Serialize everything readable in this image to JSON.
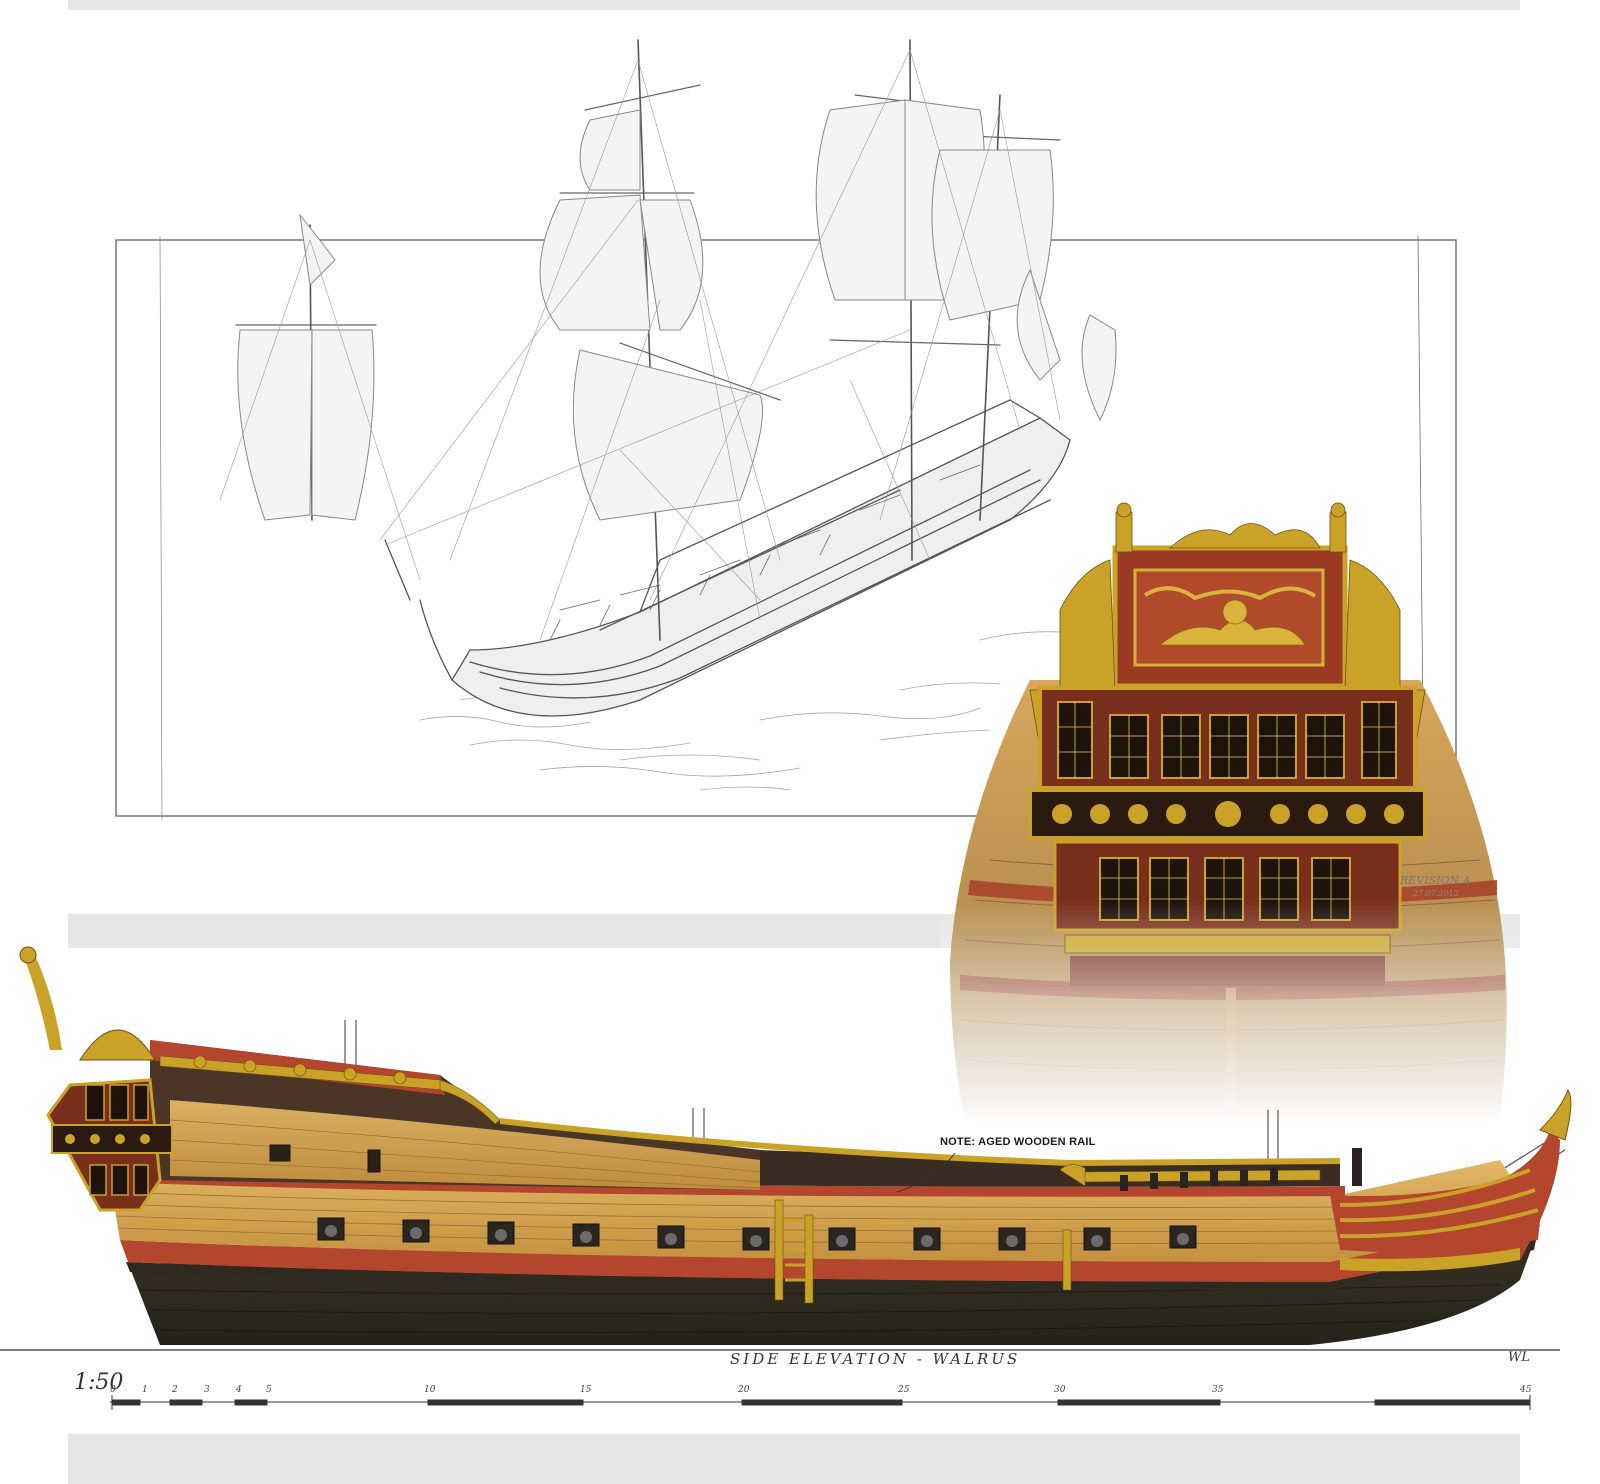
{
  "drawing": {
    "note": "NOTE: AGED WOODEN RAIL",
    "title": "SIDE ELEVATION - WALRUS",
    "scale": "1:50",
    "initials": "WL",
    "revision": "REVISION A",
    "revision_date": "27.07.2012",
    "scale_ticks": [
      "0",
      "1",
      "2",
      "3",
      "4",
      "5",
      "10",
      "15",
      "20",
      "25",
      "30",
      "35",
      "45"
    ]
  },
  "colors": {
    "band": "#e6e6e6",
    "hull_dark": "#2f2a1f",
    "hull_red": "#b4462e",
    "wood_light": "#d9a653",
    "wood_mid": "#b98a3e",
    "gold": "#c9a227",
    "stern_red": "#9b3a22",
    "pencil": "#8a8a8a"
  }
}
